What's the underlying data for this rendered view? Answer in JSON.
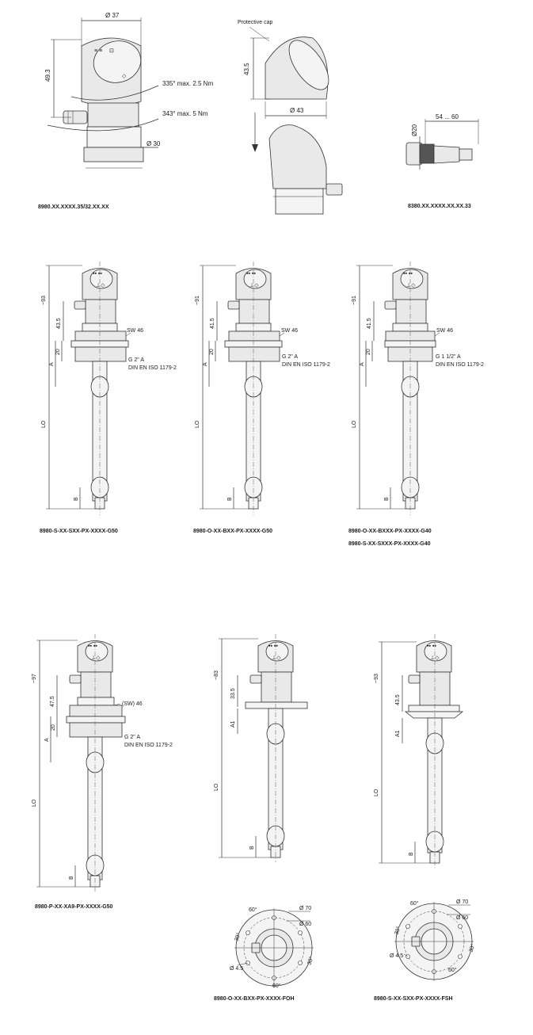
{
  "top": {
    "dim_d37": "Ø 37",
    "dim_h493": "49.3",
    "rot1": "335° max. 2.5 Nm",
    "rot2": "343° max. 5 Nm",
    "dim_d30": "Ø 30",
    "code1": "8980.XX.XXXX.35/32.XX.XX",
    "cap_label": "Protective cap",
    "cap_h": "43.5",
    "cap_d": "Ø 43",
    "conn_d": "Ø20",
    "conn_len": "54 ... 60",
    "code2": "8380.XX.XXXX.XX.XX.33"
  },
  "row2": [
    {
      "h_total": "~93",
      "h_neck": "43.5",
      "h_flange": "20",
      "a": "A",
      "lo": "LO",
      "b": "B",
      "sw": "SW 46",
      "thread": "G 2\" A",
      "norm": "DIN EN ISO 1179-2",
      "code": "8980-S-XX-SXX-PX-XXXX-G50",
      "code2": ""
    },
    {
      "h_total": "~91",
      "h_neck": "41.5",
      "h_flange": "20",
      "a": "A",
      "lo": "LO",
      "b": "B",
      "sw": "SW 46",
      "thread": "G 2\" A",
      "norm": "DIN EN ISO 1179-2",
      "code": "8980-O-XX-BXX-PX-XXXX-G50",
      "code2": ""
    },
    {
      "h_total": "~91",
      "h_neck": "41.5",
      "h_flange": "20",
      "a": "A",
      "lo": "LO",
      "b": "B",
      "sw": "SW 46",
      "thread": "G 1 1/2\" A",
      "norm": "DIN EN ISO 1179-2",
      "code": "8980-O-XX-BXXX-PX-XXXX-G40",
      "code2": "8980-S-XX-SXXX-PX-XXXX-G40"
    }
  ],
  "row3": {
    "d1": {
      "h_total": "~97",
      "h_neck": "47.5",
      "h_flange": "20",
      "a": "A",
      "lo": "LO",
      "b": "B",
      "sw": "(SW) 46",
      "thread": "G 2\" A",
      "norm": "DIN EN ISO 1179-2",
      "code": "8980-P-XX-XA9-PX-XXXX-G50"
    },
    "d2": {
      "h_total": "~83",
      "h_neck": "33.5",
      "a1": "A1",
      "lo": "LO",
      "b": "B",
      "code": "8980-O-XX-BXX-PX-XXXX-FOH"
    },
    "d3": {
      "h_total": "~93",
      "h_neck": "43.5",
      "a1": "A1",
      "lo": "LO",
      "b": "B",
      "code": "8980-S-XX-SXX-PX-XXXX-FSH"
    }
  },
  "flange1": {
    "d70": "Ø 70",
    "d60": "Ø 60",
    "hole": "Ø 4.5",
    "a1": "60°",
    "a2": "30°",
    "a3": "60°",
    "a4": "30°"
  },
  "flange2": {
    "d70": "Ø 70",
    "d60": "Ø 60",
    "hole": "Ø 4.5",
    "a1": "60°",
    "a2": "30°",
    "a3": "60°",
    "a4": "30°"
  }
}
